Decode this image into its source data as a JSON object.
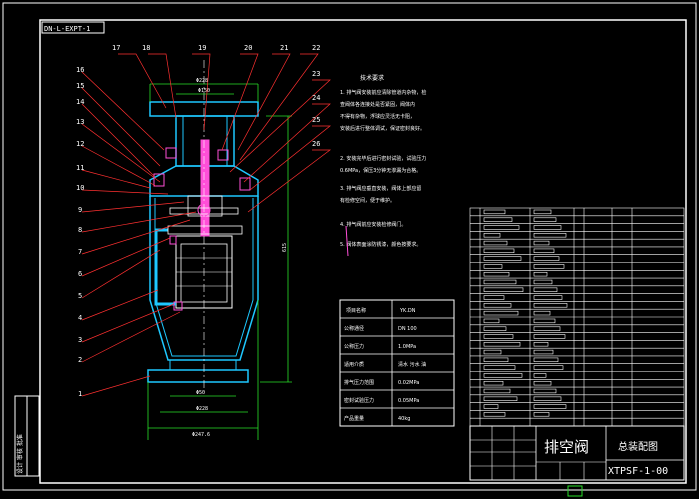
{
  "title_tab": "DN-L-EXPT-1",
  "callouts_left": [
    "16",
    "15",
    "14",
    "13",
    "12",
    "11",
    "10",
    "9",
    "8",
    "7",
    "6",
    "5",
    "4",
    "3",
    "2",
    "1"
  ],
  "callouts_top": [
    "17",
    "18",
    "19",
    "20",
    "21",
    "22"
  ],
  "callouts_right": [
    "23",
    "24",
    "25",
    "26"
  ],
  "dims": {
    "top_outer": "Φ228",
    "top_inner": "Φ150",
    "height": "615",
    "bottom_inner": "Φ50",
    "bottom_mid": "Φ228",
    "bottom_outer": "Φ247.6"
  },
  "notes_heading": "技术要求",
  "notes": [
    "1. 排气阀安装前应清除管道内杂物，检",
    "   查阀体各连接处是否紧固，阀体内",
    "   不得有杂物，浮球应灵活无卡阻，",
    "   安装后进行整体调试，保证密封良好。",
    "2. 安装完毕后进行密封试验，试验压力",
    "   0.6MPa，保压3分钟无渗漏为合格。",
    "3. 排气阀应垂直安装，阀体上部应留",
    "   有检修空间，便于维护。",
    "4. 排气阀前应安装检修阀门。",
    "5. 阀体表面涂防锈漆，颜色按要求。"
  ],
  "spec_table": {
    "header": [
      "项目名称",
      "YK.DN"
    ],
    "rows": [
      [
        "公称通径",
        "DN 100"
      ],
      [
        "公称压力",
        "1.0MPa"
      ],
      [
        "适用介质",
        "清水 污水 油"
      ],
      [
        "排气压力范围",
        "0.02MPa"
      ],
      [
        "密封试验压力",
        "0.05MPa"
      ],
      [
        "产品重量",
        "40kg"
      ]
    ]
  },
  "title_block": {
    "name_large": "排空阀",
    "drawing_title": "总装配图",
    "drawing_no": "XTPSF-1-00"
  },
  "left_strip": "设计 审核 批准"
}
